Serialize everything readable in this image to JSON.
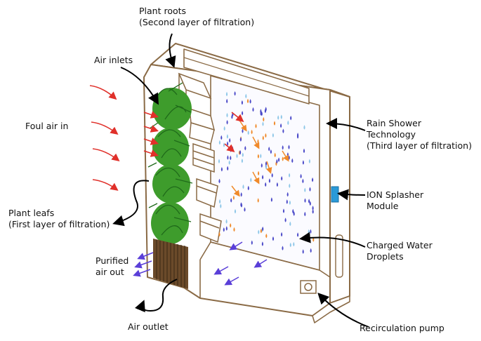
{
  "labels": {
    "plant_roots": {
      "line1": "Plant roots",
      "line2": "(Second layer of filtration)"
    },
    "air_inlets": "Air inlets",
    "foul_air_in": "Foul air in",
    "plant_leafs": {
      "line1": "Plant leafs",
      "line2": "(First layer of filtration)"
    },
    "purified_air_out": {
      "line1": "Purified",
      "line2": "air out"
    },
    "air_outlet": "Air outlet",
    "rain_shower": {
      "line1": "Rain Shower",
      "line2": "Technology",
      "line3": "(Third layer of filtration)"
    },
    "ion_splasher": {
      "line1": "ION Splasher",
      "line2": "Module"
    },
    "charged_water": {
      "line1": "Charged Water",
      "line2": "Droplets"
    },
    "recirculation_pump": "Recirculation pump"
  },
  "colors": {
    "frame": "#8a6a45",
    "frame_fill": "#ffffff",
    "foul_air_arrow": "#e0302a",
    "purified_air_arrow": "#5a3fd8",
    "droplet_blue": "#4a49c8",
    "droplet_light": "#8ec7e8",
    "droplet_orange": "#f08a2a",
    "leaf_green": "#3e9c2c",
    "leaf_dark": "#1f6a1a",
    "root_brown": "#6b4a2a",
    "ion_module": "#2a9ad8",
    "pointer": "#000000"
  }
}
